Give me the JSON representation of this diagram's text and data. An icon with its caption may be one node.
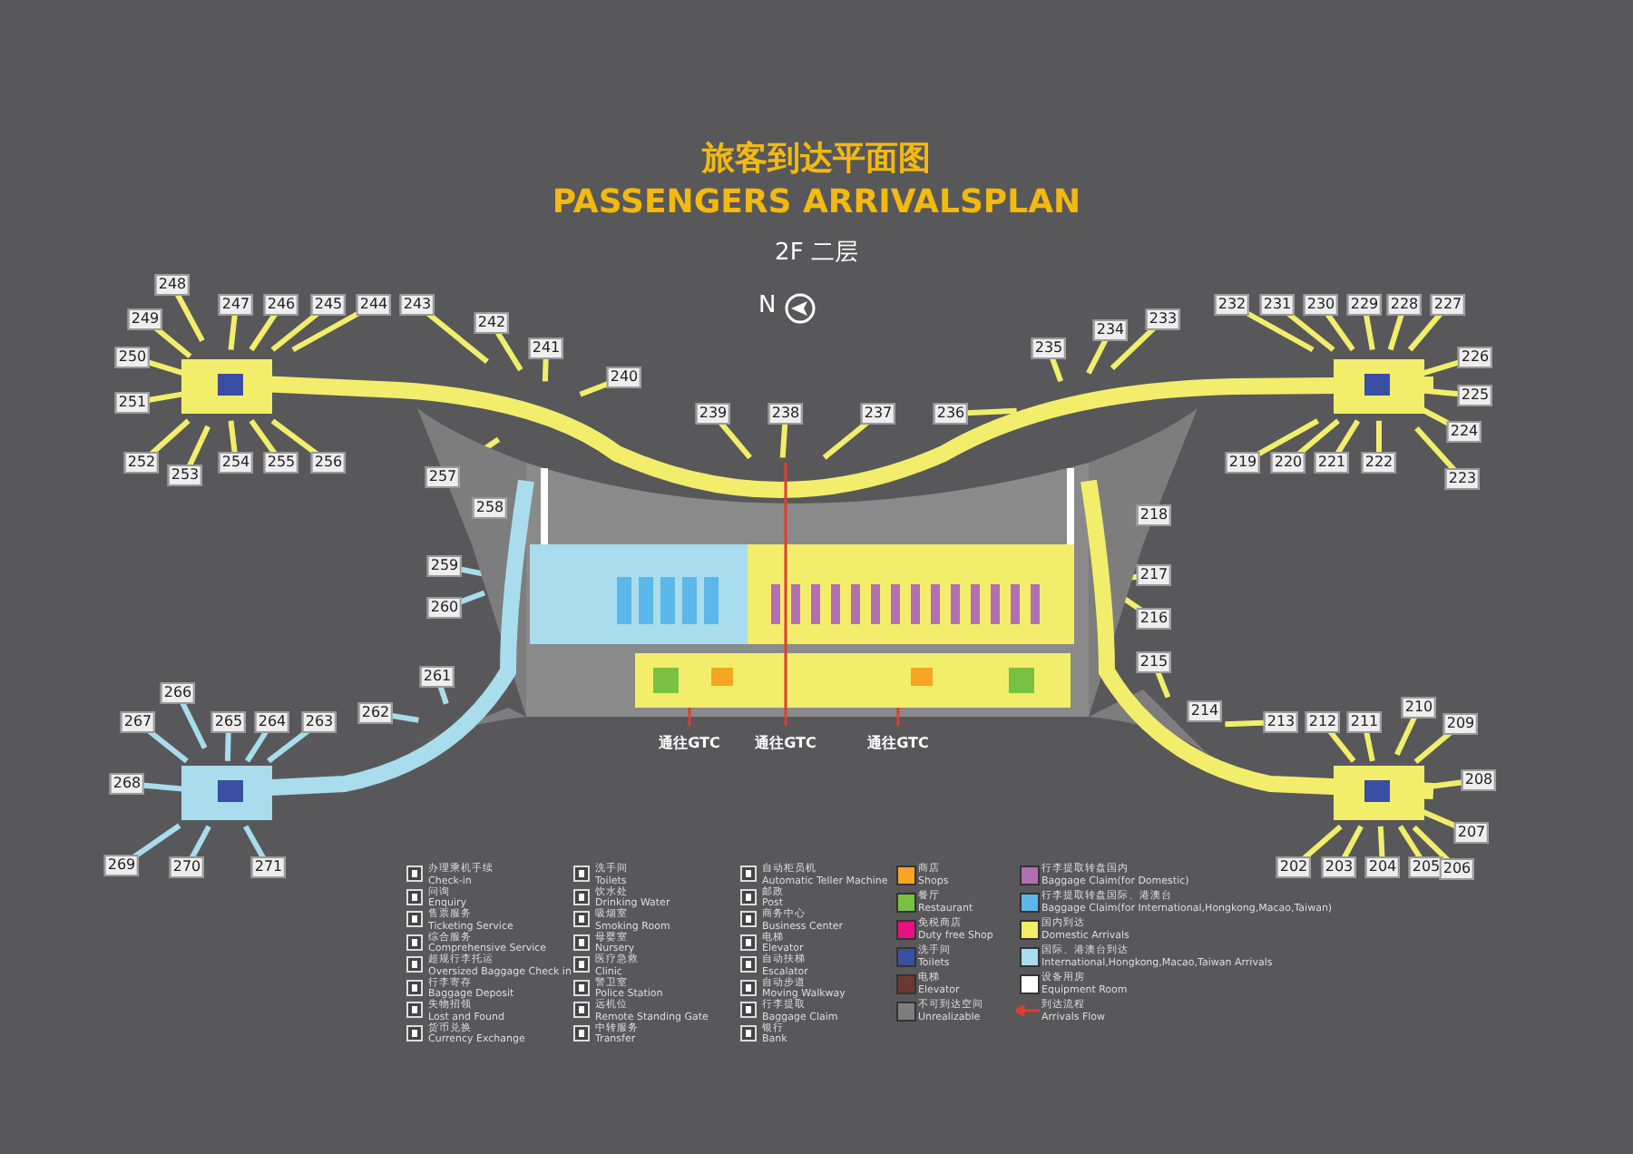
{
  "diagram": {
    "title": "旅客到达平面图 PASSENGERS ARRIVALSPLAN",
    "labels": [
      "2F 二层",
      "N",
      "248",
      "247",
      "246",
      "245",
      "244",
      "243",
      "242",
      "241",
      "240",
      "239",
      "238",
      "237",
      "236",
      "235",
      "234",
      "233",
      "232",
      "231",
      "230",
      "229",
      "228",
      "227",
      "249",
      "250",
      "251",
      "226",
      "225",
      "224",
      "252",
      "253",
      "254",
      "255",
      "256",
      "257",
      "219",
      "220",
      "221",
      "222",
      "223",
      "258",
      "218",
      "259",
      "217",
      "260",
      "216",
      "261",
      "215",
      "266",
      "262",
      "214",
      "210",
      "267",
      "265",
      "264",
      "263",
      "213",
      "212",
      "211",
      "209",
      "268",
      "208",
      "269",
      "270",
      "271",
      "202",
      "203",
      "204",
      "205",
      "206",
      "207",
      "通往GTC",
      "通往GTC",
      "通往GTC"
    ],
    "legend": [
      {
        "text": "办理乘机手续 Check-in"
      },
      {
        "text": "问询 Enquiry"
      },
      {
        "text": "售票服务 Ticketing Service"
      },
      {
        "text": "综合服务 Comprehensive Service"
      },
      {
        "text": "超规行李托运 Oversized Baggage Check in"
      },
      {
        "text": "行李寄存 Baggage Deposit"
      },
      {
        "text": "失物招领 Lost and Found"
      },
      {
        "text": "货币兑换 Currency Exchange"
      },
      {
        "text": "洗手间 Toilets"
      },
      {
        "text": "饮水处 Drinking Water"
      },
      {
        "text": "吸烟室 Smoking Room"
      },
      {
        "text": "母婴室 Nursery"
      },
      {
        "text": "医疗急救 Clinic"
      },
      {
        "text": "警卫室 Police Station"
      },
      {
        "text": "远机位 Remote Standing Gate"
      },
      {
        "text": "中转服务 Transfer"
      },
      {
        "text": "自动柜员机 Automatic Teller Machine"
      },
      {
        "text": "邮政 Post"
      },
      {
        "text": "商务中心 Business Center"
      },
      {
        "text": "电梯 Elevator"
      },
      {
        "text": "自动扶梯 Escalator"
      },
      {
        "text": "自动步道 Moving Walkway"
      },
      {
        "text": "行李提取 Baggage Claim"
      },
      {
        "text": "银行 Bank"
      },
      {
        "text": "商店 Shops",
        "color": "#f5a623"
      },
      {
        "text": "餐厅 Restaurant",
        "color": "#7ac143"
      },
      {
        "text": "免税商店 Duty free Shop",
        "color": "#e4117f"
      },
      {
        "text": "洗手间 Toilets",
        "color": "#3a4fa3"
      },
      {
        "text": "电梯 Elevator",
        "color": "#6b3a2e"
      },
      {
        "text": "不可到达空间 Unrealizable",
        "color": "#7d7d7d"
      },
      {
        "text": "行李提取转盘国内 Baggage Claim(for Domestic)",
        "color": "#b36fb3"
      },
      {
        "text": "行李提取转盘国际、港澳台 Baggage Claim(for International,Hongkong,Macao,Taiwan)",
        "color": "#5bb8e8"
      },
      {
        "text": "国内到达 Domestic Arrivals",
        "color": "#f2ee6b"
      },
      {
        "text": "国际、港澳台到达 International,Hongkong,Macao,Taiwan Arrivals",
        "color": "#a9dcec"
      },
      {
        "text": "设备用房 Equipment Room",
        "color": "#ffffff"
      },
      {
        "text": "到达流程 Arrivals Flow"
      }
    ]
  }
}
